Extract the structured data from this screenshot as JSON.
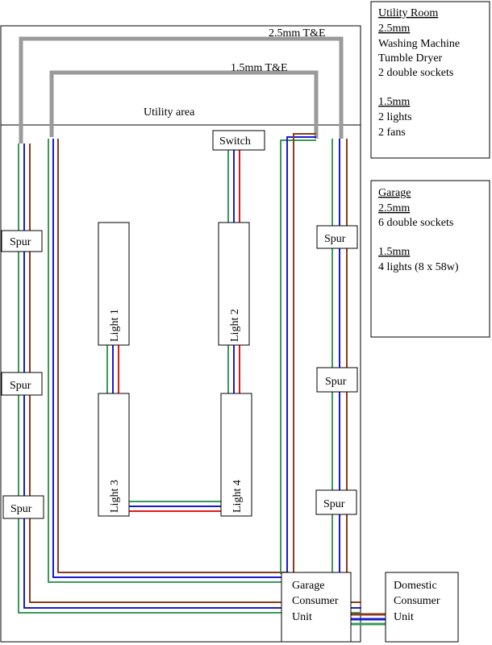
{
  "diagram": {
    "area_label": "Utility area",
    "cable_25": "2.5mm T&E",
    "cable_15": "1.5mm T&E",
    "switch": "Switch",
    "spur": "Spur",
    "lights": [
      "Light 1",
      "Light 2",
      "Light 3",
      "Light 4"
    ],
    "garage_cu": [
      "Garage",
      "Consumer",
      "Unit"
    ],
    "domestic_cu": [
      "Domestic",
      "Consumer",
      "Unit"
    ]
  },
  "notes": {
    "utility": {
      "title": "Utility Room",
      "h25": "2.5mm",
      "items25": [
        "Washing Machine",
        "Tumble Dryer",
        "2 double sockets"
      ],
      "h15": "1.5mm",
      "items15": [
        "2 lights",
        "2 fans"
      ]
    },
    "garage": {
      "title": "Garage",
      "h25": "2.5mm",
      "items25": [
        "6 double sockets"
      ],
      "h15": "1.5mm",
      "items15": [
        "4 lights (8 x 58w)"
      ]
    }
  },
  "colors": {
    "brown": "#8b3a1a",
    "blue": "#1a1acc",
    "green": "#3a9a5a",
    "red": "#e01a1a",
    "grey_cable": "#9a9a9a"
  }
}
